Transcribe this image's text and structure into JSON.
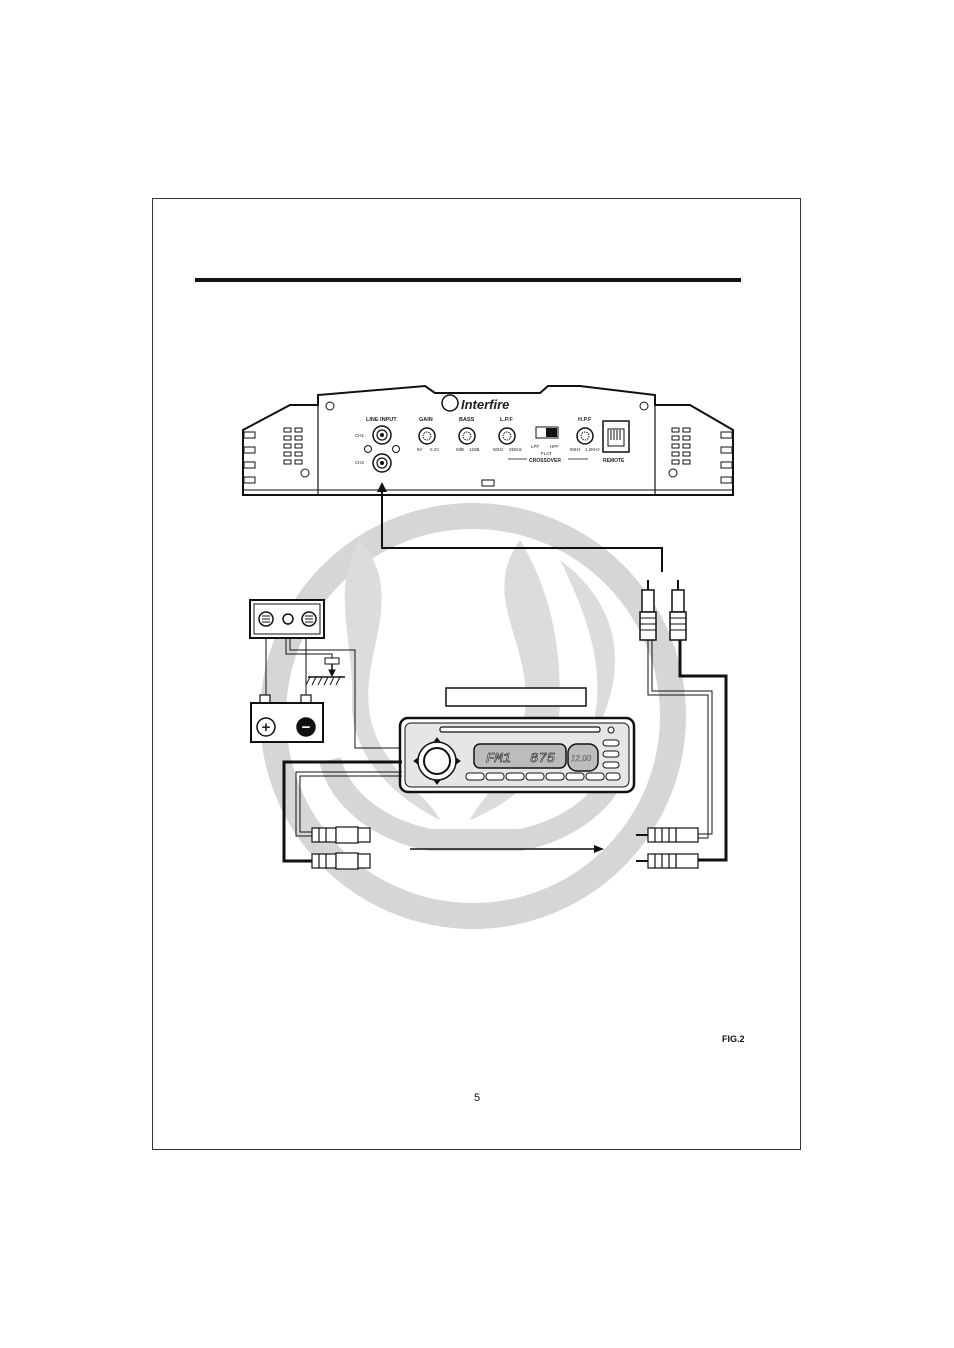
{
  "amplifier": {
    "brand": "Interfire",
    "line_input_label": "LINE INPUT",
    "ch1_label": "CH1",
    "ch2_label": "CH2",
    "gain_label": "GAIN",
    "gain_min": "6V",
    "gain_max": "0.2V",
    "bass_label": "BASS",
    "bass_min": "0dB",
    "bass_max": "12dB",
    "lpf_label": "L.P.F",
    "lpf_min": "50Hz",
    "lpf_max": "250Hz",
    "switch_lpf": "LPF",
    "switch_hpf": "HPF",
    "switch_flat": "FLAT",
    "crossover_label": "CROSSOVER",
    "hpf_label": "H.P.F",
    "hpf_min": "80Hz",
    "hpf_max": "1.2KHz",
    "remote_label": "REMOTE"
  },
  "head_unit": {
    "display_band": "FM1",
    "display_freq": "875",
    "clock": "12.00"
  },
  "battery": {
    "plus_symbol": "+",
    "minus_symbol": "−"
  },
  "figure": {
    "label": "FIG.2",
    "page_number": "5"
  },
  "colors": {
    "line": "#111111",
    "watermark": "#d6d6d6"
  }
}
